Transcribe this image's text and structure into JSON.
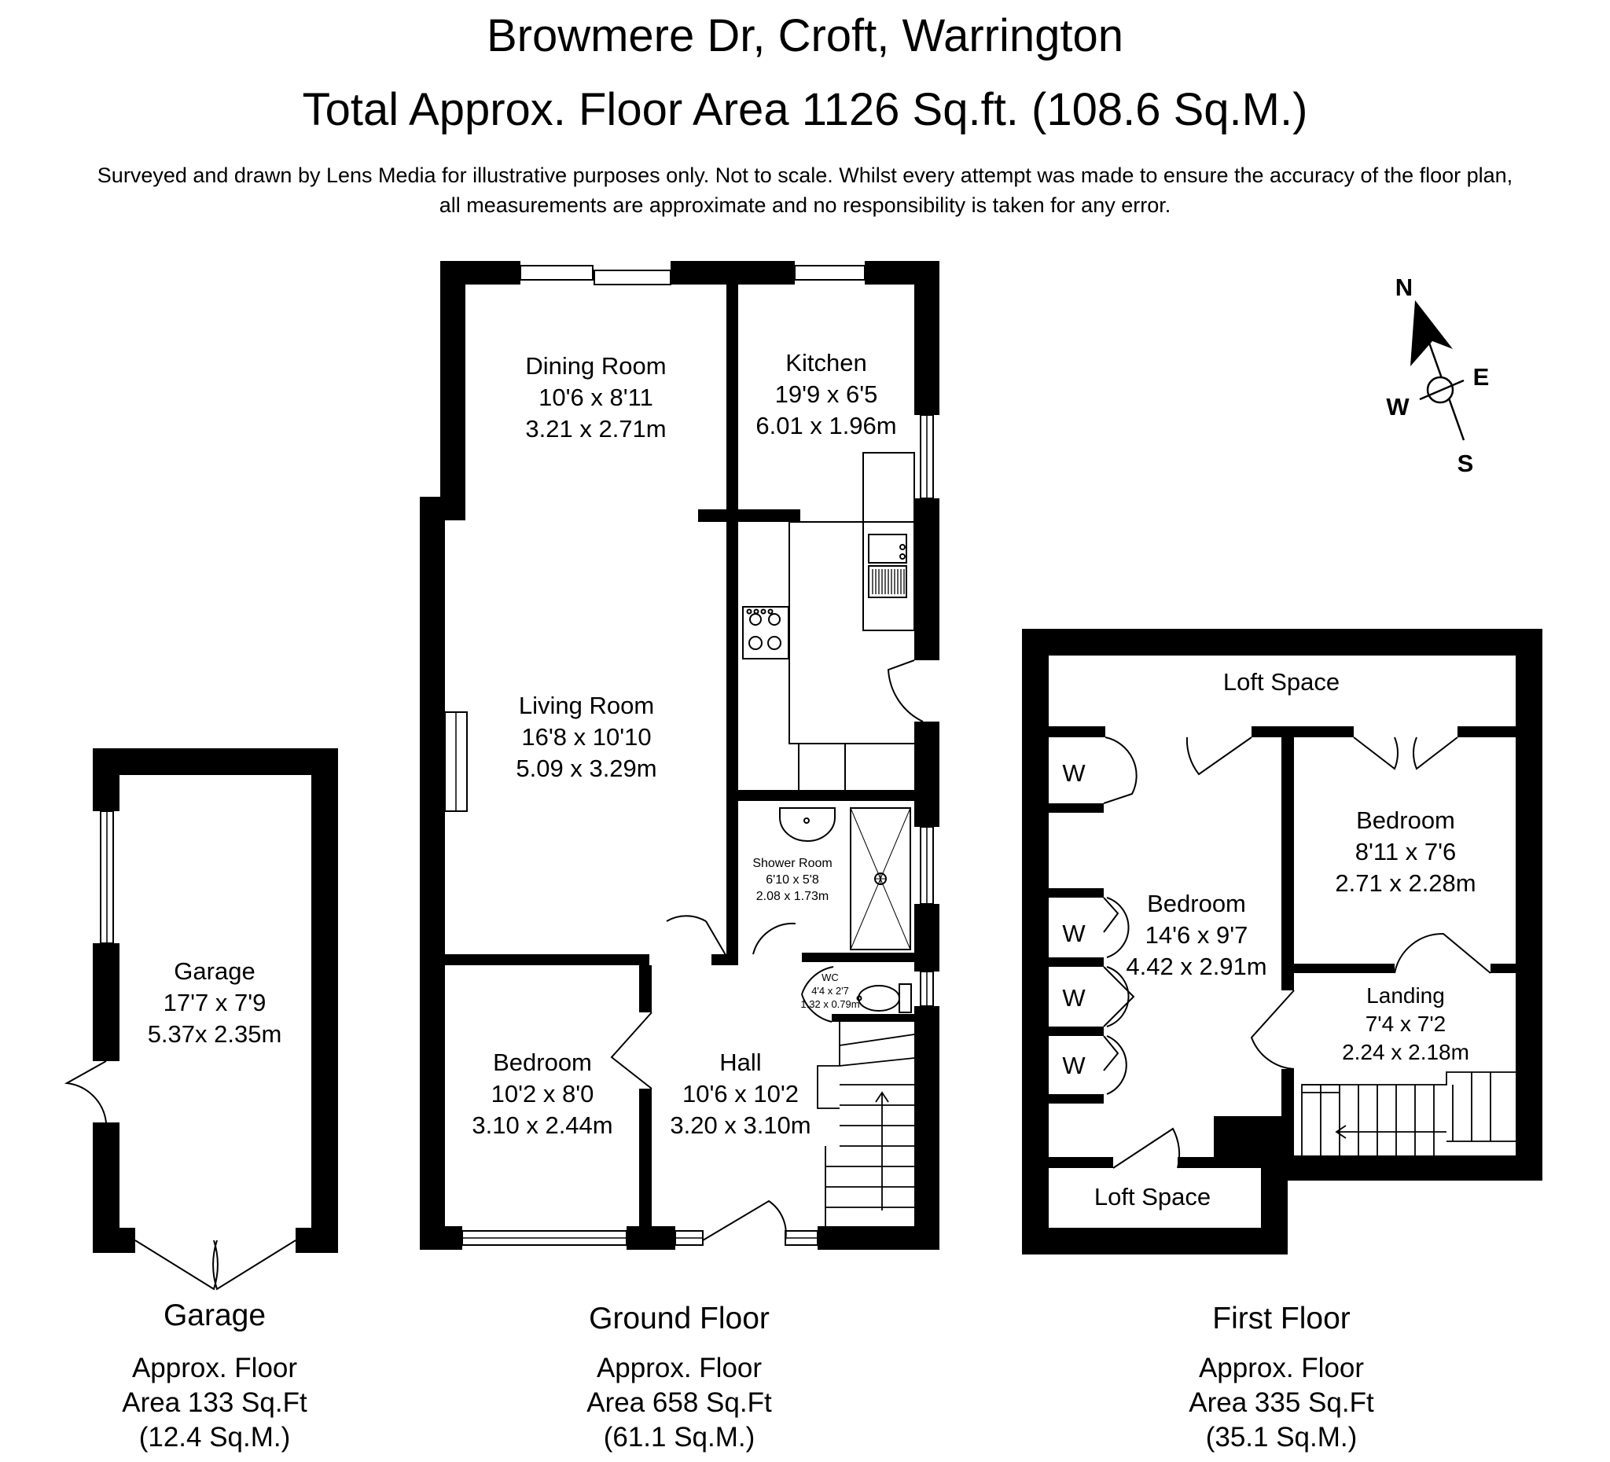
{
  "header": {
    "title": "Browmere Dr, Croft, Warrington",
    "total_area": "Total Approx. Floor Area 1126 Sq.ft. (108.6 Sq.M.)",
    "disclaimer_line1": "Surveyed and drawn by Lens Media for illustrative purposes only. Not to scale. Whilst every attempt was made to ensure the accuracy of the floor plan,",
    "disclaimer_line2": "all measurements are approximate and no responsibility is taken for any error."
  },
  "compass": {
    "north": "N",
    "east": "E",
    "south": "S",
    "west": "W"
  },
  "garage": {
    "room": {
      "name": "Garage",
      "imperial": "17'7 x 7'9",
      "metric": "5.37x 2.35m"
    },
    "floor_name": "Garage",
    "area_line1": "Approx. Floor",
    "area_line2": "Area 133 Sq.Ft",
    "area_line3": "(12.4 Sq.M.)"
  },
  "ground_floor": {
    "dining_room": {
      "name": "Dining Room",
      "imperial": "10'6 x 8'11",
      "metric": "3.21 x 2.71m"
    },
    "kitchen": {
      "name": "Kitchen",
      "imperial": "19'9 x 6'5",
      "metric": "6.01 x 1.96m"
    },
    "living_room": {
      "name": "Living Room",
      "imperial": "16'8 x 10'10",
      "metric": "5.09 x 3.29m"
    },
    "shower_room": {
      "name": "Shower Room",
      "imperial": "6'10 x 5'8",
      "metric": "2.08 x 1.73m"
    },
    "wc": {
      "name": "WC",
      "imperial": "4'4 x 2'7",
      "metric": "1.32 x 0.79m"
    },
    "bedroom": {
      "name": "Bedroom",
      "imperial": "10'2 x 8'0",
      "metric": "3.10 x 2.44m"
    },
    "hall": {
      "name": "Hall",
      "imperial": "10'6 x 10'2",
      "metric": "3.20 x 3.10m"
    },
    "floor_name": "Ground Floor",
    "area_line1": "Approx. Floor",
    "area_line2": "Area 658 Sq.Ft",
    "area_line3": "(61.1 Sq.M.)"
  },
  "first_floor": {
    "loft_space_top": "Loft Space",
    "loft_space_bottom": "Loft Space",
    "wardrobe_label": "W",
    "bedroom_main": {
      "name": "Bedroom",
      "imperial": "14'6 x 9'7",
      "metric": "4.42 x 2.91m"
    },
    "bedroom_small": {
      "name": "Bedroom",
      "imperial": "8'11 x 7'6",
      "metric": "2.71 x 2.28m"
    },
    "landing": {
      "name": "Landing",
      "imperial": "7'4 x 7'2",
      "metric": "2.24 x 2.18m"
    },
    "floor_name": "First Floor",
    "area_line1": "Approx. Floor",
    "area_line2": "Area 335 Sq.Ft",
    "area_line3": "(35.1 Sq.M.)"
  }
}
